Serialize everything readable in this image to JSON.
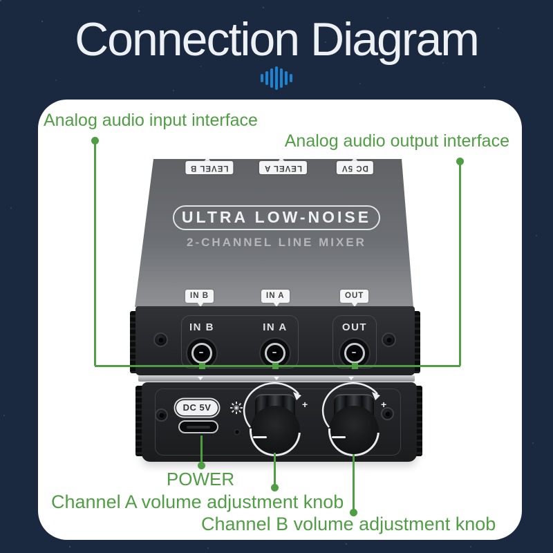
{
  "title": "Connection Diagram",
  "colors": {
    "background": "#1a2940",
    "card": "#ffffff",
    "annotation_green": "#4f9e44",
    "title_text": "#eef1f4",
    "waveform_blue": "#1f83d4"
  },
  "labels": {
    "input": "Analog audio input interface",
    "output": "Analog audio output interface",
    "power": "POWER",
    "channel_a": "Channel A volume adjustment knob",
    "channel_b": "Channel B volume adjustment knob"
  },
  "device": {
    "top_tags": [
      "LEVEL B",
      "LEVEL A",
      "DC 5V"
    ],
    "brand_title": "ULTRA LOW-NOISE",
    "brand_subtitle": "2-CHANNEL LINE MIXER",
    "port_tags": [
      "IN B",
      "IN A",
      "OUT"
    ],
    "port_labels": [
      "IN B",
      "IN A",
      "OUT"
    ],
    "dc_label": "DC 5V",
    "knob_plus": "+"
  }
}
